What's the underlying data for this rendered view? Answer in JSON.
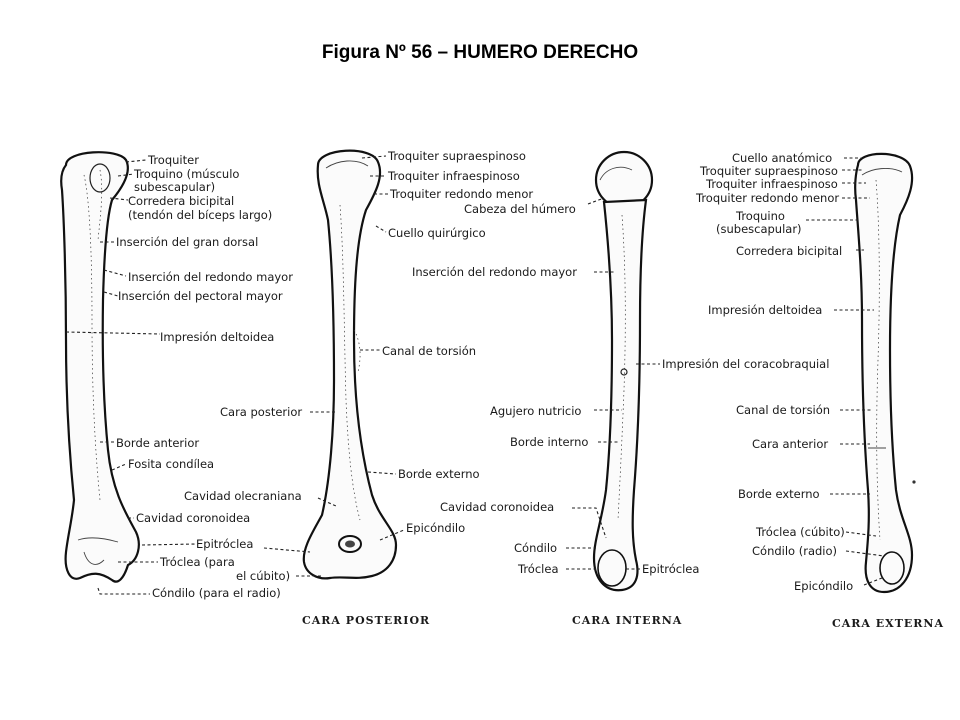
{
  "title": "Figura Nº 56 – HUMERO DERECHO",
  "views": {
    "anterior": {
      "labels": [
        "Troquiter",
        "Troquino (músculo",
        "subescapular)",
        "Corredera bicipital",
        "(tendón del bíceps largo)",
        "Inserción del gran dorsal",
        "Inserción del redondo mayor",
        "Inserción del pectoral mayor",
        "Impresión deltoidea",
        "Borde anterior",
        "Fosita condílea",
        "Cavidad coronoidea",
        "Epitróclea",
        "Tróclea (para",
        "el cúbito)",
        "Cóndilo (para el radio)"
      ]
    },
    "posterior": {
      "caption": "CARA POSTERIOR",
      "labels": [
        "Troquiter supraespinoso",
        "Troquiter infraespinoso",
        "Troquiter redondo menor",
        "Cuello quirúrgico",
        "Canal de torsión",
        "Cara posterior",
        "Borde externo",
        "Cavidad olecraniana",
        "Epicóndilo"
      ]
    },
    "internal": {
      "caption": "CARA INTERNA",
      "labels": [
        "Cabeza del húmero",
        "Inserción del redondo mayor",
        "Impresión del coracobraquial",
        "Agujero nutricio",
        "Borde interno",
        "Cavidad coronoidea",
        "Cóndilo",
        "Tróclea",
        "Epitróclea"
      ]
    },
    "external": {
      "caption": "CARA EXTERNA",
      "labels": [
        "Cuello anatómico",
        "Troquiter supraespinoso",
        "Troquiter infraespinoso",
        "Troquiter redondo menor",
        "Troquino",
        "(subescapular)",
        "Corredera bicipital",
        "Impresión deltoidea",
        "Canal de torsión",
        "Cara anterior",
        "Borde externo",
        "Tróclea (cúbito)",
        "Cóndilo (radio)",
        "Epicóndilo"
      ]
    }
  }
}
